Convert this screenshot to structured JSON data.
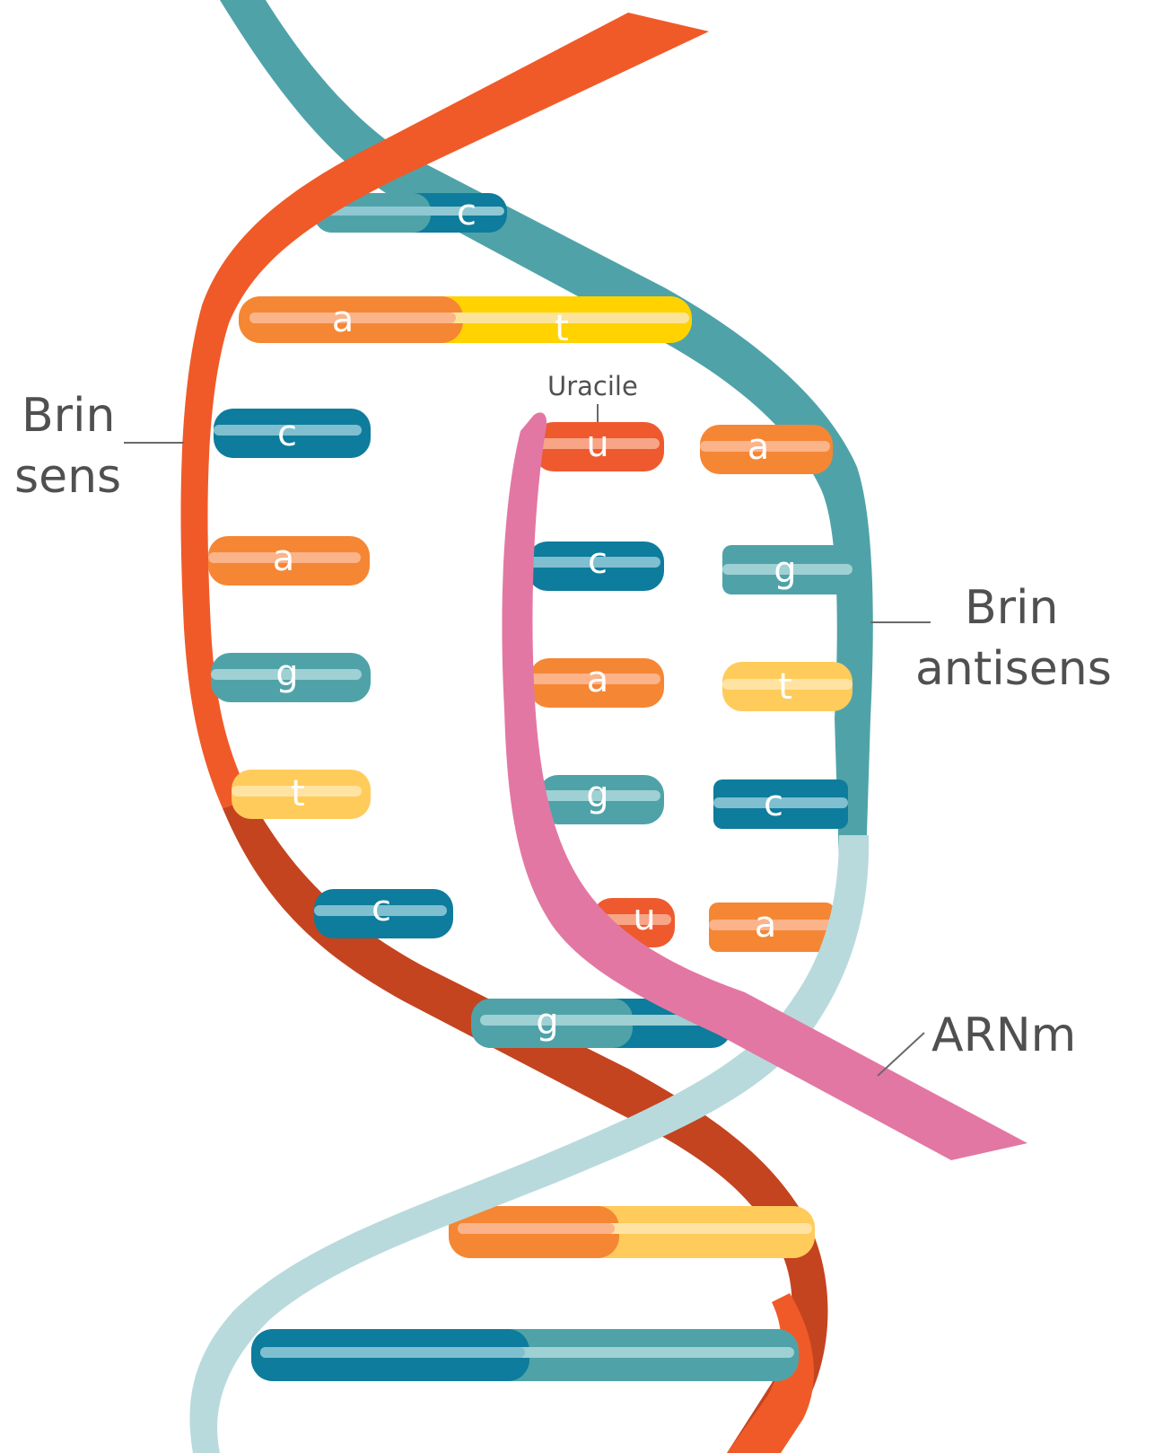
{
  "labels": {
    "sense_line1": "Brin",
    "sense_line2": "sens",
    "antisense_line1": "Brin",
    "antisense_line2": "antisens",
    "mrna": "ARNm",
    "uracil": "Uracile"
  },
  "colors": {
    "sense_strand": "#f05a28",
    "sense_strand_dark": "#c4441f",
    "antisense_strand": "#4fa3a8",
    "antisense_strand_light": "#b8dadd",
    "mrna_strand": "#e377a3",
    "adenine": "#f58634",
    "thymine": "#ffcb5b",
    "cytosine": "#0e7c9c",
    "guanine": "#4fa3a8",
    "uracil": "#ee5a2e"
  },
  "bases": {
    "top_pair_1": "c",
    "top_pair_2_left": "a",
    "top_pair_2_right": "t",
    "sense": [
      "c",
      "a",
      "g",
      "t",
      "c"
    ],
    "bottom_pair": "g",
    "mrna": [
      "u",
      "c",
      "a",
      "g",
      "u"
    ],
    "antisense": [
      "a",
      "g",
      "t",
      "c",
      "a"
    ]
  }
}
